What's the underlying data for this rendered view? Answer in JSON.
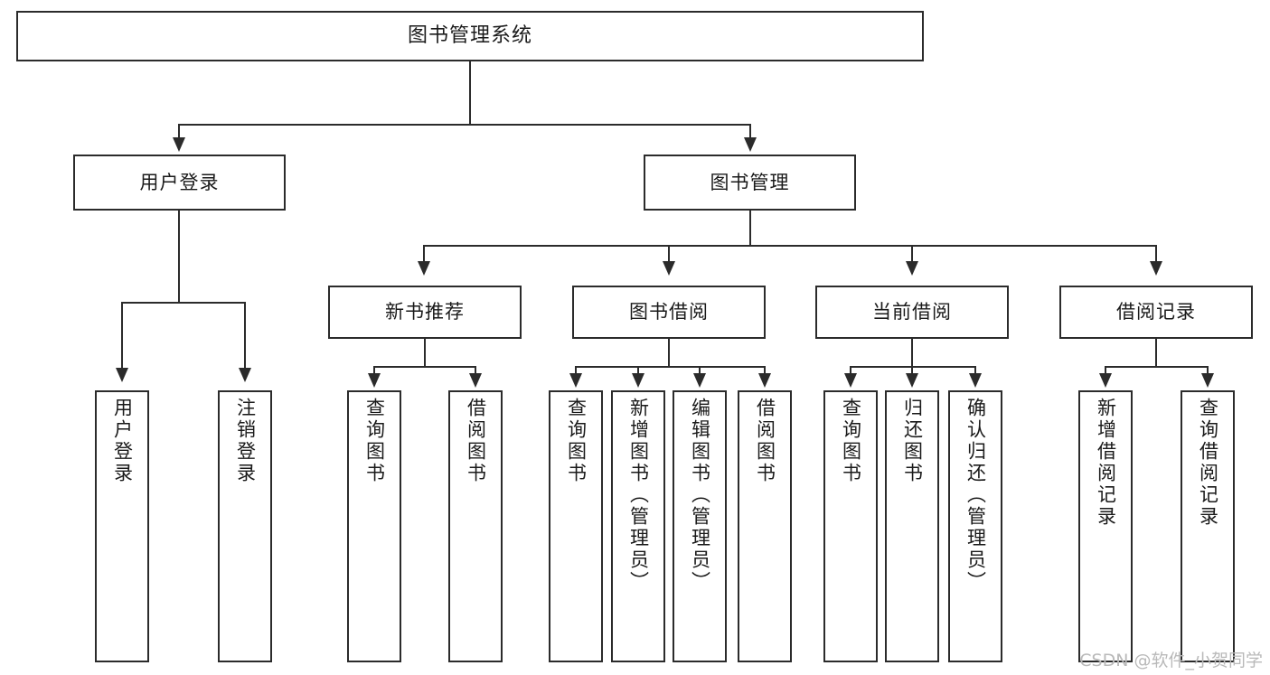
{
  "diagram": {
    "title": "图书管理系统",
    "type": "tree",
    "watermark": "CSDN @软件_小贺同学",
    "colors": {
      "node_border": "#2b2b2b",
      "node_fill": "#ffffff",
      "edge": "#2b2b2b",
      "text": "#1a1a1a",
      "watermark": "#b9b9b9",
      "background": "#ffffff"
    },
    "levels": {
      "root": "图书管理系统",
      "level2": [
        "用户登录",
        "图书管理"
      ],
      "level3": [
        "新书推荐",
        "图书借阅",
        "当前借阅",
        "借阅记录"
      ]
    },
    "nodes": {
      "root": {
        "label": "图书管理系统"
      },
      "user_login": {
        "label": "用户登录"
      },
      "book_mgmt": {
        "label": "图书管理"
      },
      "new_book_rec": {
        "label": "新书推荐"
      },
      "book_borrow": {
        "label": "图书借阅"
      },
      "current_borrow": {
        "label": "当前借阅"
      },
      "borrow_record": {
        "label": "借阅记录"
      },
      "leaf_user_login": {
        "label": "用户登录"
      },
      "leaf_logout": {
        "label": "注销登录"
      },
      "leaf_query_book_1": {
        "label": "查询图书"
      },
      "leaf_borrow_book_1": {
        "label": "借阅图书"
      },
      "leaf_query_book_2": {
        "label": "查询图书"
      },
      "leaf_add_book_admin": {
        "label": "新增图书（管理员）"
      },
      "leaf_edit_book_admin": {
        "label": "编辑图书（管理员）"
      },
      "leaf_borrow_book_2": {
        "label": "借阅图书"
      },
      "leaf_query_book_3": {
        "label": "查询图书"
      },
      "leaf_return_book": {
        "label": "归还图书"
      },
      "leaf_confirm_return_admin": {
        "label": "确认归还（管理员）"
      },
      "leaf_add_borrow_record": {
        "label": "新增借阅记录"
      },
      "leaf_query_borrow_record": {
        "label": "查询借阅记录"
      }
    },
    "edges": [
      {
        "from": "root",
        "to": "user_login"
      },
      {
        "from": "root",
        "to": "book_mgmt"
      },
      {
        "from": "user_login",
        "to": "leaf_user_login"
      },
      {
        "from": "user_login",
        "to": "leaf_logout"
      },
      {
        "from": "book_mgmt",
        "to": "new_book_rec"
      },
      {
        "from": "book_mgmt",
        "to": "book_borrow"
      },
      {
        "from": "book_mgmt",
        "to": "current_borrow"
      },
      {
        "from": "book_mgmt",
        "to": "borrow_record"
      },
      {
        "from": "new_book_rec",
        "to": "leaf_query_book_1"
      },
      {
        "from": "new_book_rec",
        "to": "leaf_borrow_book_1"
      },
      {
        "from": "book_borrow",
        "to": "leaf_query_book_2"
      },
      {
        "from": "book_borrow",
        "to": "leaf_add_book_admin"
      },
      {
        "from": "book_borrow",
        "to": "leaf_edit_book_admin"
      },
      {
        "from": "book_borrow",
        "to": "leaf_borrow_book_2"
      },
      {
        "from": "current_borrow",
        "to": "leaf_query_book_3"
      },
      {
        "from": "current_borrow",
        "to": "leaf_return_book"
      },
      {
        "from": "current_borrow",
        "to": "leaf_confirm_return_admin"
      },
      {
        "from": "borrow_record",
        "to": "leaf_add_borrow_record"
      },
      {
        "from": "borrow_record",
        "to": "leaf_query_borrow_record"
      }
    ]
  }
}
